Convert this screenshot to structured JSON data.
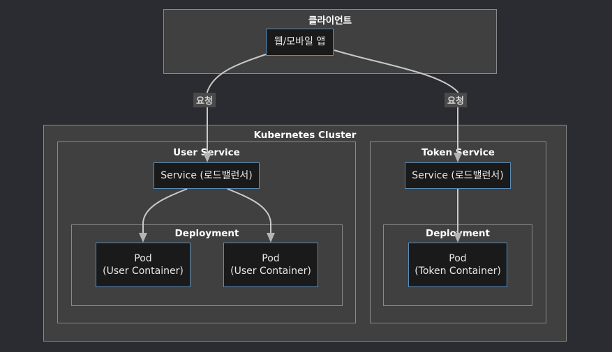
{
  "diagram": {
    "title_visible": false,
    "colors": {
      "background": "#2b2c31",
      "group_fill": "#404040",
      "group_border": "#8a8a8a",
      "node_fill": "#1a1a1a",
      "node_border": "#5b8db8",
      "node_text": "#e8e8e8",
      "edge_stroke": "#c9c9c9",
      "edge_label_bg": "#4a4a4a"
    },
    "groups": {
      "client": {
        "label": "클라이언트"
      },
      "cluster": {
        "label": "Kubernetes Cluster"
      },
      "user_service": {
        "label": "User Service"
      },
      "token_service": {
        "label": "Token Service"
      },
      "user_deployment": {
        "label": "Deployment"
      },
      "token_deployment": {
        "label": "Deployment"
      }
    },
    "nodes": {
      "web_app": {
        "line1": "웹/모바일 앱"
      },
      "user_lb": {
        "line1": "Service (로드밸런서)"
      },
      "token_lb": {
        "line1": "Service (로드밸런서)"
      },
      "user_pod_1": {
        "line1": "Pod",
        "line2": "(User Container)"
      },
      "user_pod_2": {
        "line1": "Pod",
        "line2": "(User Container)"
      },
      "token_pod": {
        "line1": "Pod",
        "line2": "(Token Container)"
      }
    },
    "edge_labels": {
      "request_left": "요청",
      "request_right": "요청"
    }
  }
}
